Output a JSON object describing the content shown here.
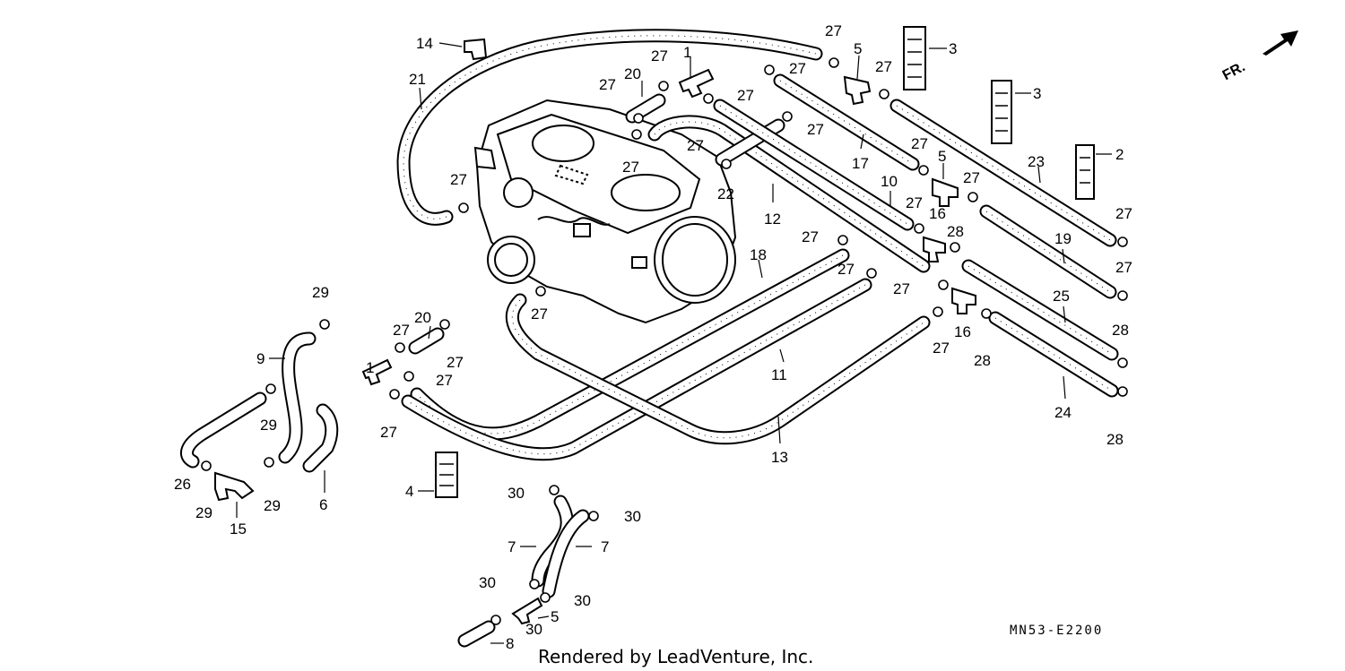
{
  "diagram": {
    "code": "MN53-E2200",
    "credit": "Rendered by LeadVenture, Inc.",
    "front_marker": "FR.",
    "callouts": [
      "1",
      "1",
      "2",
      "3",
      "3",
      "4",
      "5",
      "5",
      "5",
      "6",
      "7",
      "7",
      "8",
      "9",
      "10",
      "11",
      "12",
      "13",
      "14",
      "15",
      "16",
      "16",
      "17",
      "18",
      "19",
      "20",
      "20",
      "21",
      "22",
      "23",
      "24",
      "25",
      "26",
      "27",
      "28",
      "29",
      "30"
    ]
  }
}
